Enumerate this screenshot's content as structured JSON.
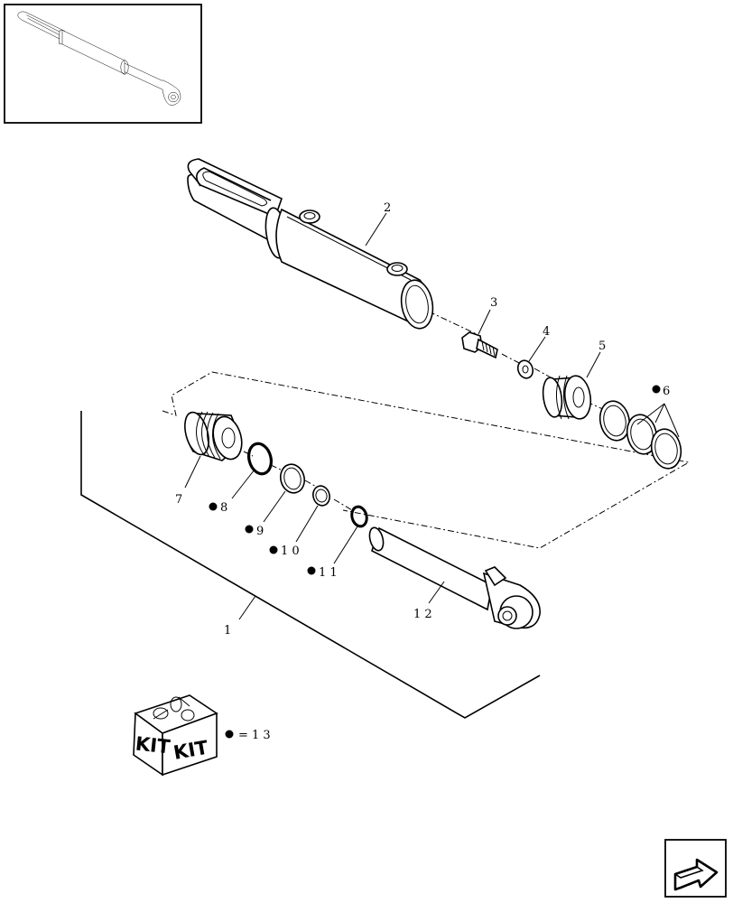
{
  "callouts": {
    "c1": "1",
    "c2": "2",
    "c3": "3",
    "c4": "4",
    "c5": "5",
    "c6": "6",
    "c7": "7",
    "c8": "8",
    "c9": "9",
    "c10": "1 0",
    "c11": "1 1",
    "c12": "1 2",
    "kit_legend": "= 1 3"
  },
  "kit_box": {
    "label_left": "KIT",
    "label_right": "KIT"
  },
  "icons": {
    "thumbnail": "cylinder-thumbnail-icon",
    "kit": "kit-box-icon",
    "nav": "next-page-arrow-icon",
    "marker": "black-dot-kit-marker"
  },
  "colors": {
    "line": "#000000",
    "background": "#ffffff"
  }
}
